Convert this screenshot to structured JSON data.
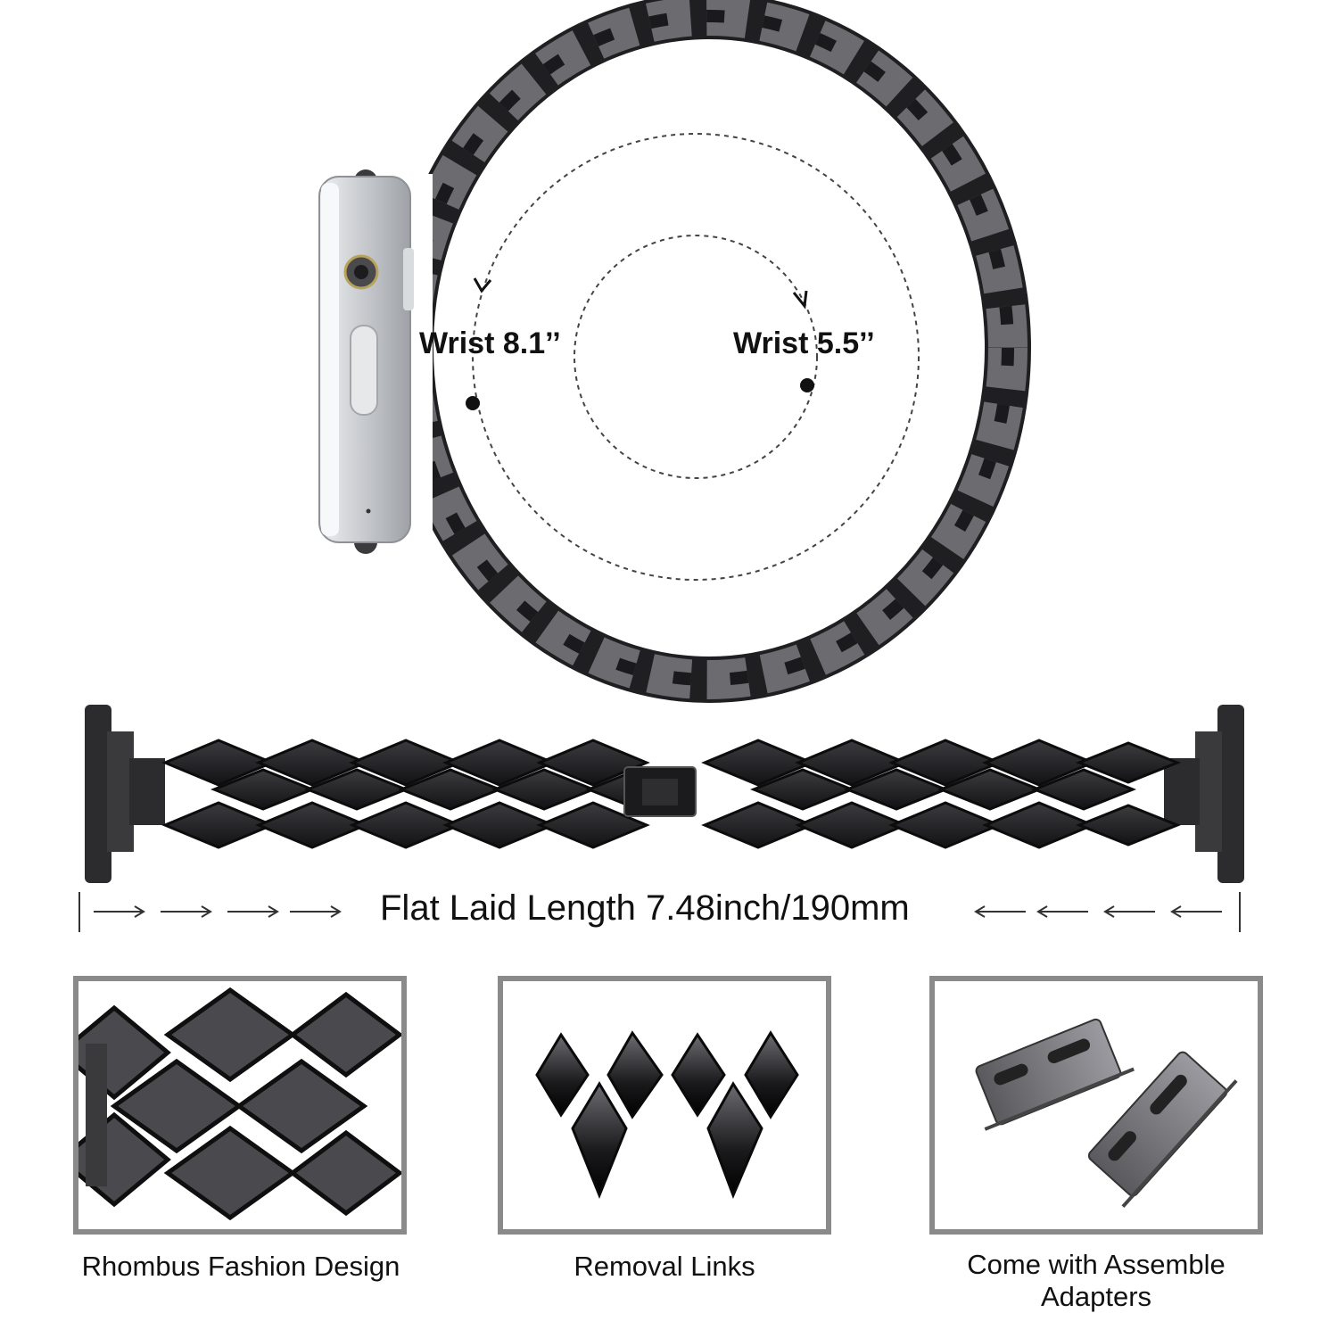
{
  "top": {
    "wrist_large": "Wrist 8.1’’",
    "wrist_small": "Wrist 5.5’’"
  },
  "flat": {
    "length_label": "Flat Laid Length 7.48inch/190mm"
  },
  "features": [
    {
      "caption": "Rhombus Fashion Design"
    },
    {
      "caption": "Removal Links"
    },
    {
      "caption_line1": "Come with Assemble",
      "caption_line2": "Adapters"
    }
  ],
  "colors": {
    "band": "#2b2b2d",
    "band_highlight": "#6a6a70",
    "frame": "#8a8a8a",
    "watch_silver": "#cfd2d6"
  }
}
